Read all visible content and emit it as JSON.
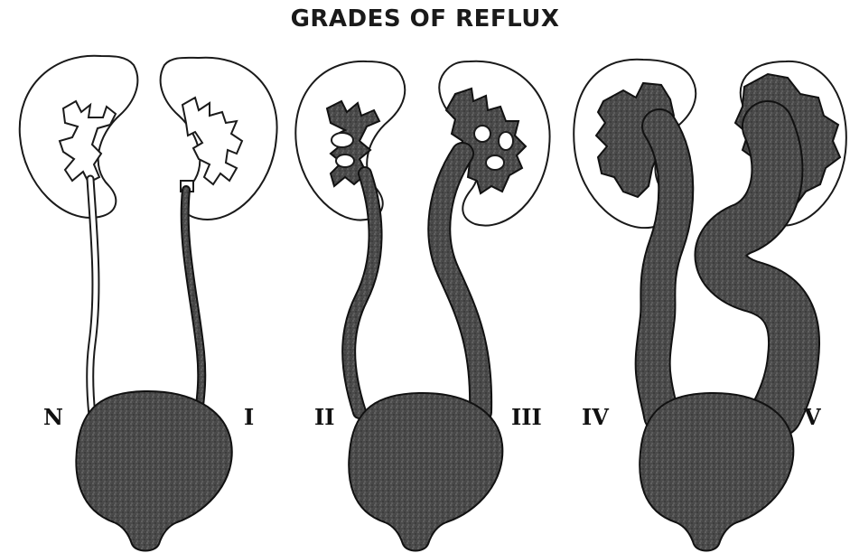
{
  "title": "GRADES OF REFLUX",
  "grades": [
    {
      "label": "N"
    },
    {
      "label": "I"
    },
    {
      "label": "II"
    },
    {
      "label": "III"
    },
    {
      "label": "IV"
    },
    {
      "label": "V"
    }
  ],
  "colors": {
    "fill_dark": "#4a4a4a",
    "outline": "#1a1a1a",
    "background": "#ffffff"
  }
}
